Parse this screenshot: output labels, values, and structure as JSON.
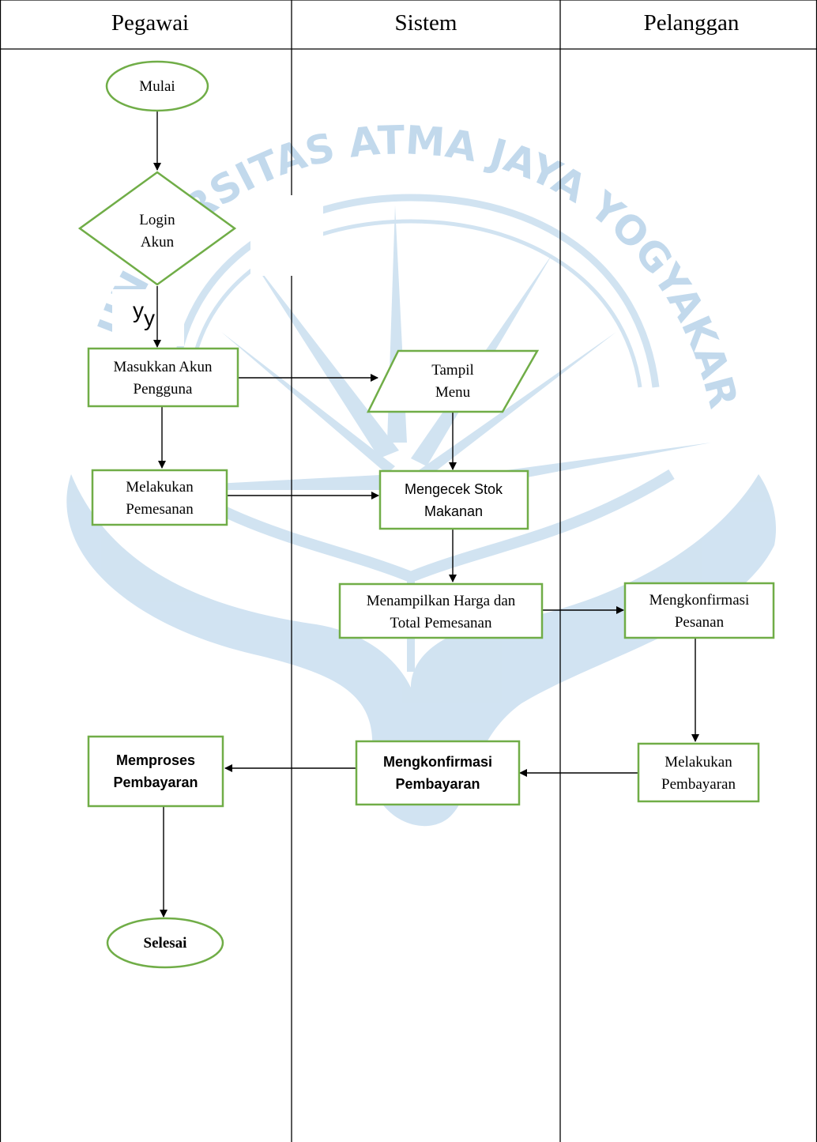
{
  "lanes": [
    "Pegawai",
    "Sistem",
    "Pelanggan"
  ],
  "watermark": {
    "text": "UNIVERSITAS ATMA JAYA YOGYAKARTA",
    "color": "#cfe2f1"
  },
  "colors": {
    "node_border": "#70ad47",
    "line": "#000000"
  },
  "nodes": {
    "start": {
      "lines": [
        "Mulai"
      ]
    },
    "login": {
      "lines": [
        "Login",
        "Akun"
      ]
    },
    "yes_label": {
      "lines": [
        "y"
      ]
    },
    "input_account": {
      "lines": [
        "Masukkan Akun",
        "Pengguna"
      ]
    },
    "show_menu": {
      "lines": [
        "Tampil",
        "Menu"
      ]
    },
    "order": {
      "lines": [
        "Melakukan",
        "Pemesanan"
      ]
    },
    "check_stock": {
      "lines": [
        "Mengecek Stok",
        "Makanan"
      ]
    },
    "show_price": {
      "lines": [
        "Menampilkan Harga dan",
        "Total Pemesanan"
      ]
    },
    "confirm_order": {
      "lines": [
        "Mengkonfirmasi",
        "Pesanan"
      ]
    },
    "customer_pay": {
      "lines": [
        "Melakukan",
        "Pembayaran"
      ]
    },
    "system_confirm_pay": {
      "lines": [
        "Mengkonfirmasi",
        "Pembayaran"
      ]
    },
    "process_pay": {
      "lines": [
        "Memproses",
        "Pembayaran"
      ]
    },
    "end": {
      "lines": [
        "Selesai"
      ]
    }
  }
}
